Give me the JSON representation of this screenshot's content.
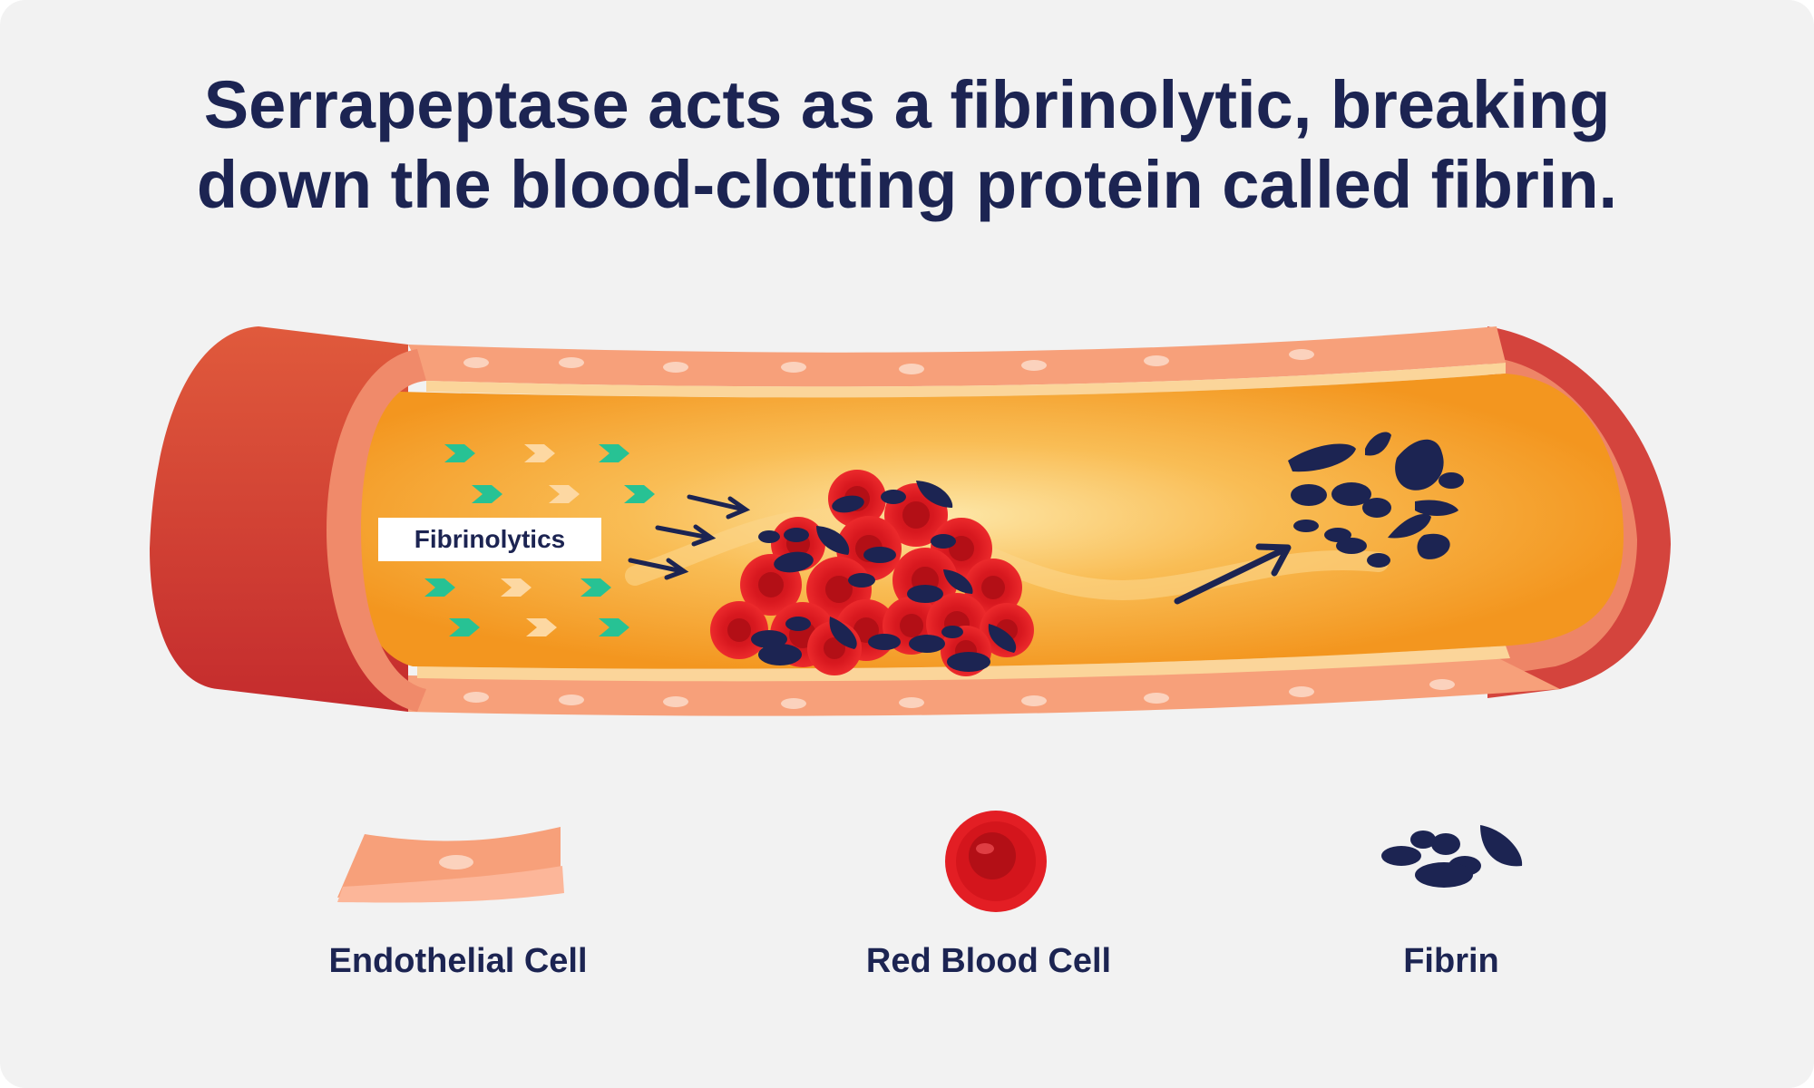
{
  "title": {
    "line1": "Serrapeptase acts as a fibrinolytic, breaking",
    "line2": "down the blood-clotting protein called fibrin."
  },
  "vessel": {
    "label": "Fibrinolytics"
  },
  "legend": {
    "items": [
      {
        "label": "Endothelial Cell",
        "icon": "endothelial-cell-icon"
      },
      {
        "label": "Red Blood Cell",
        "icon": "red-blood-cell-icon"
      },
      {
        "label": "Fibrin",
        "icon": "fibrin-icon"
      }
    ]
  },
  "colors": {
    "background": "#f2f2f2",
    "text": "#1c2452",
    "vessel_outer": "#d9473a",
    "vessel_wall": "#f7a07a",
    "lumen": "#f3961f",
    "lumen_glow": "#fde3a0",
    "red_cell": "#e31e24",
    "fibrin": "#1c2452",
    "arrow_green": "#27c294",
    "arrow_peach": "#fdd8a2"
  }
}
